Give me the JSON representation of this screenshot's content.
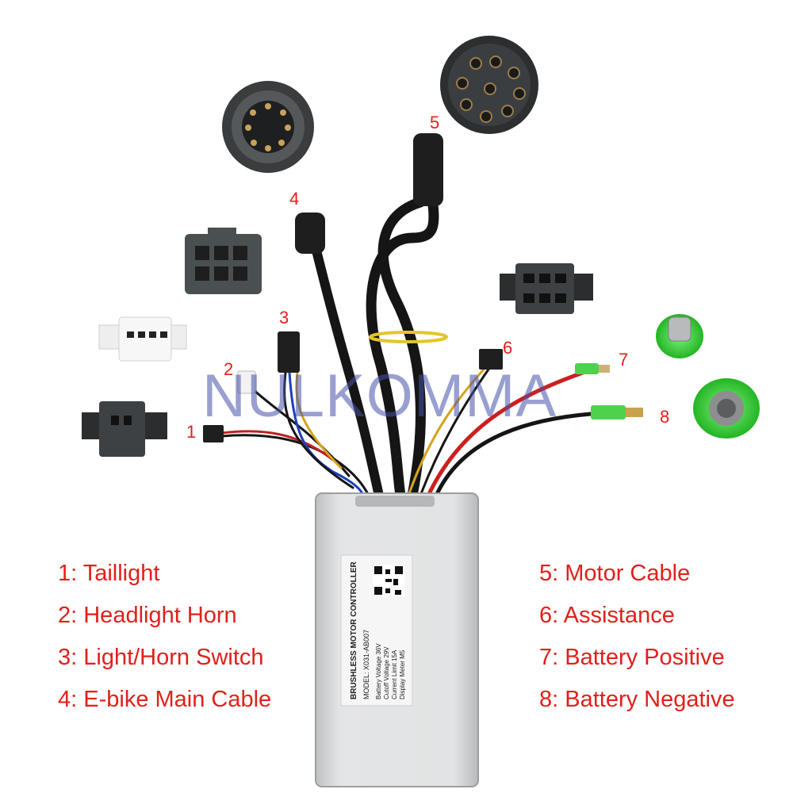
{
  "watermark": "NULKOMMA",
  "callouts": [
    "1",
    "2",
    "3",
    "4",
    "5",
    "6",
    "7",
    "8"
  ],
  "legend_left": [
    "1: Taillight",
    "2: Headlight Horn",
    "3: Light/Horn Switch",
    "4: E-bike Main Cable"
  ],
  "legend_right": [
    "5: Motor Cable",
    "6: Assistance",
    "7: Battery Positive",
    "8: Battery Negative"
  ],
  "controller_label": {
    "title": "BRUSHLESS MOTOR CONTROLLER",
    "model": "MODEL: X031-AB007",
    "specs": [
      "Battery Voltage  36V",
      "Cutoff Voltage  29V",
      "Current Limit  15A",
      "Display Meter  M5"
    ]
  },
  "colors": {
    "label_red": "#e0201b",
    "watermark": "#4650aa",
    "housing": "#d9dadb",
    "cable_black": "#151515",
    "connector_green": "#3ed63e"
  },
  "icons": [
    "motor-plug-icon",
    "main-cable-plug-icon",
    "connector-icon",
    "qr-code-icon"
  ]
}
